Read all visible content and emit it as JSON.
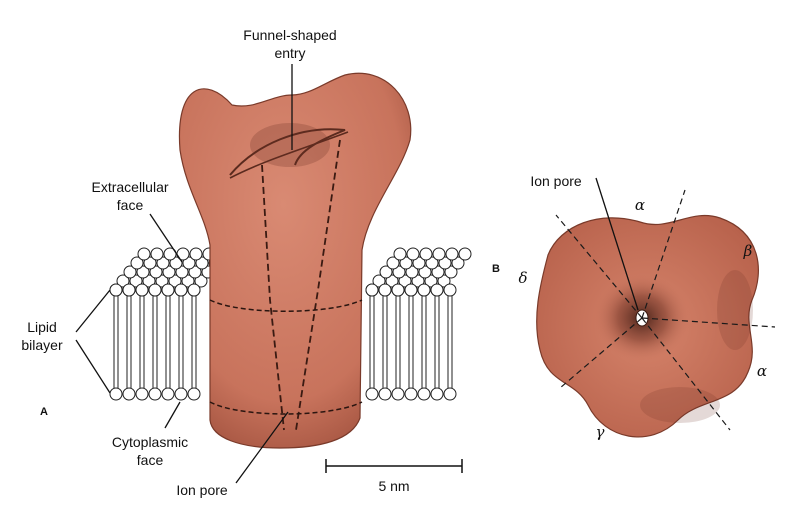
{
  "panel_a": {
    "letter": "A",
    "labels": {
      "funnel_line1": "Funnel-shaped",
      "funnel_line2": "entry",
      "extracellular_line1": "Extracellular",
      "extracellular_line2": "face",
      "lipid_line1": "Lipid",
      "lipid_line2": "bilayer",
      "cytoplasmic_line1": "Cytoplasmic",
      "cytoplasmic_line2": "face",
      "ion_pore": "Ion pore"
    },
    "scale_bar": "5 nm"
  },
  "panel_b": {
    "letter": "B",
    "ion_pore": "Ion pore",
    "subunits": {
      "alpha_top": "α",
      "beta": "β",
      "alpha_right": "α",
      "gamma": "γ",
      "delta": "δ"
    }
  },
  "colors": {
    "protein": "#c8735c",
    "protein_dark": "#7a3a2a",
    "membrane_line": "#222222"
  }
}
